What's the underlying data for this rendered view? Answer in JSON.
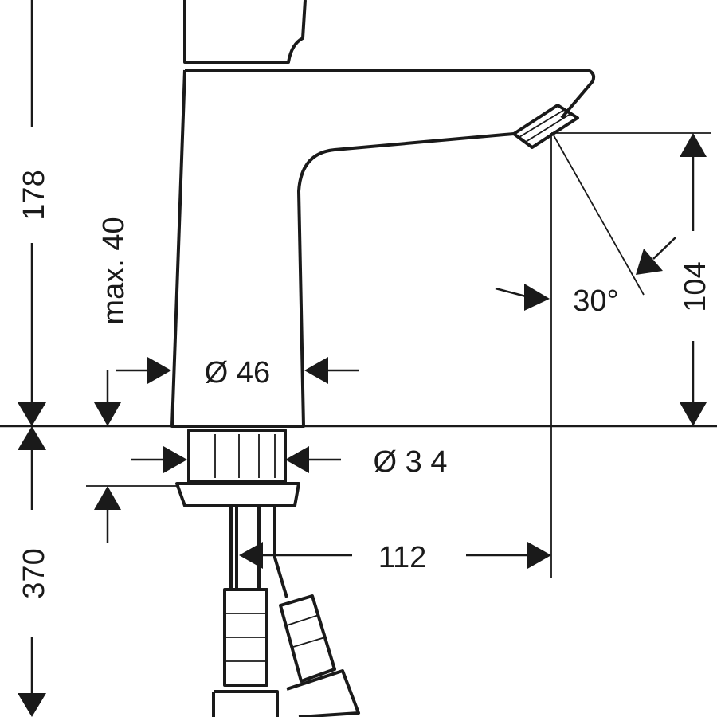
{
  "drawing": {
    "dimensions": {
      "total_height_above": "178",
      "max_thickness": "max. 40",
      "body_diameter": "Ø 46",
      "shank_diameter": "Ø 3 4",
      "hose_length": "370",
      "spout_reach": "112",
      "spout_height": "104",
      "spout_angle": "30°"
    }
  }
}
